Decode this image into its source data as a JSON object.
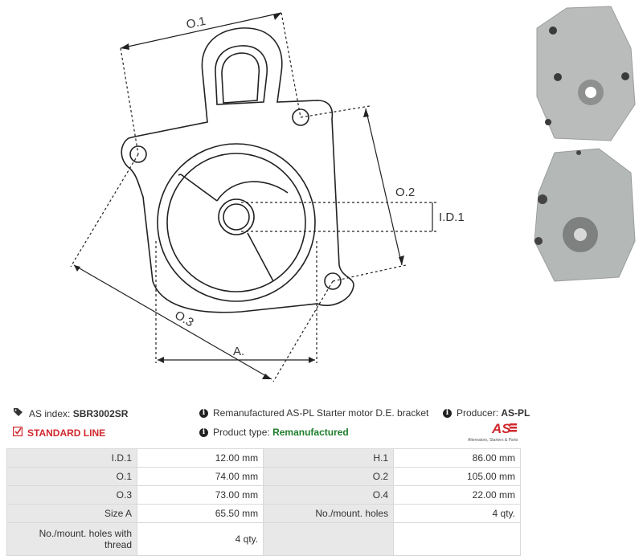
{
  "dimensions": {
    "o1": "O.1",
    "o2": "O.2",
    "o3": "O.3",
    "id1": "I.D.1",
    "a": "A."
  },
  "info": {
    "as_index_label": "AS index:",
    "as_index_value": "SBR3002SR",
    "description": "Remanufactured AS-PL Starter motor D.E. bracket",
    "producer_label": "Producer:",
    "producer_value": "AS-PL",
    "line_label": "STANDARD LINE",
    "product_type_label": "Product type:",
    "product_type_value": "Remanufactured"
  },
  "logo": {
    "text": "AS",
    "tagline": "Alternators, Starters & Parts",
    "color": "#d0282e"
  },
  "colors": {
    "accent_red": "#d0282e",
    "accent_green": "#1e7d2c",
    "label_bg": "#e8e8e8"
  },
  "specs": [
    {
      "l1": "I.D.1",
      "v1": "12.00 mm",
      "l2": "H.1",
      "v2": "86.00 mm"
    },
    {
      "l1": "O.1",
      "v1": "74.00 mm",
      "l2": "O.2",
      "v2": "105.00 mm"
    },
    {
      "l1": "O.3",
      "v1": "73.00 mm",
      "l2": "O.4",
      "v2": "22.00 mm"
    },
    {
      "l1": "Size A",
      "v1": "65.50 mm",
      "l2": "No./mount. holes",
      "v2": "4 qty."
    },
    {
      "l1": "No./mount. holes with thread",
      "v1": "4 qty.",
      "l2": "",
      "v2": ""
    }
  ]
}
